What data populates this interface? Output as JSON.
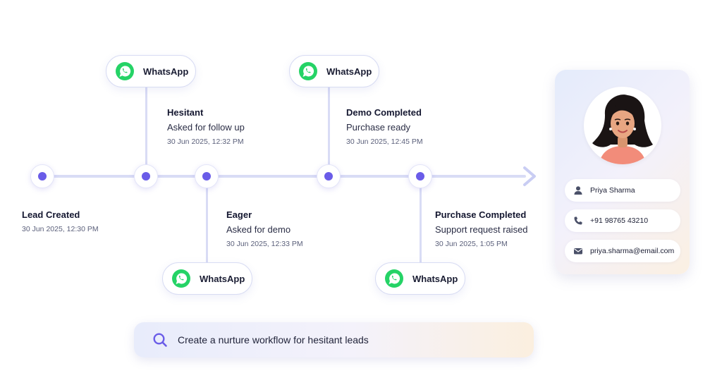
{
  "timeline": {
    "events": [
      {
        "title": "Lead Created",
        "subtitle": "",
        "time": "30 Jun 2025, 12:30 PM"
      },
      {
        "title": "Hesitant",
        "subtitle": "Asked for follow up",
        "time": "30 Jun 2025, 12:32 PM"
      },
      {
        "title": "Eager",
        "subtitle": "Asked for demo",
        "time": "30 Jun 2025, 12:33 PM"
      },
      {
        "title": "Demo Completed",
        "subtitle": "Purchase ready",
        "time": "30 Jun 2025, 12:45 PM"
      },
      {
        "title": "Purchase Completed",
        "subtitle": "Support request raised",
        "time": "30 Jun 2025, 1:05 PM"
      }
    ],
    "channels": [
      {
        "label": "WhatsApp",
        "icon": "whatsapp-icon"
      },
      {
        "label": "WhatsApp",
        "icon": "whatsapp-icon"
      },
      {
        "label": "WhatsApp",
        "icon": "whatsapp-icon"
      },
      {
        "label": "WhatsApp",
        "icon": "whatsapp-icon"
      }
    ],
    "node_color": "#6a5ce8",
    "line_color": "#d9dcf5"
  },
  "contact": {
    "name": "Priya Sharma",
    "phone": "+91 98765 43210",
    "email": "priya.sharma@email.com",
    "icons": [
      "user-icon",
      "phone-icon",
      "mail-icon"
    ]
  },
  "prompt": {
    "text": "Create a nurture workflow for hesitant leads",
    "icon": "search-icon"
  },
  "colors": {
    "whatsapp": "#25d366",
    "accent": "#6a5ce8"
  }
}
